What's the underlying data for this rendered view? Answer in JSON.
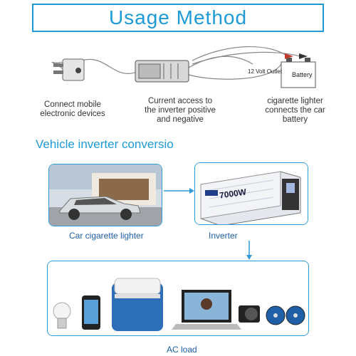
{
  "title": "Usage Method",
  "diagram": {
    "captions": [
      "Connect mobile",
      "electronic devices",
      "Current access to",
      "the inverter positive",
      "and negative",
      "cigarette lighter",
      "connects the car",
      "battery"
    ],
    "outlet_label": "12 Volt Outlet",
    "battery_label": "Battery"
  },
  "section_title": "Vehicle inverter conversio",
  "car_label": "Car cigarette lighter",
  "inverter_label": "Inverter",
  "inverter_model": "7000W",
  "ac_label": "AC load",
  "colors": {
    "accent": "#1e9ad6",
    "label": "#1c5fa8"
  }
}
